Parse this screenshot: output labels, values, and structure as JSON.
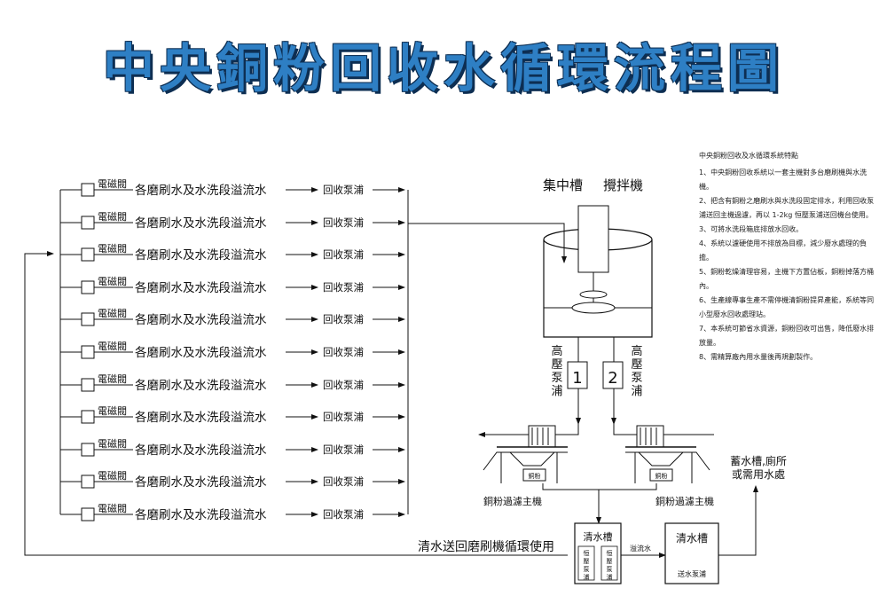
{
  "title": "中央銅粉回收水循環流程圖",
  "rows": {
    "valve_label": "電磁閥",
    "source_label": "各磨刷水及水洗段溢流水",
    "pump_label": "回收泵浦"
  },
  "tank": {
    "collect_label": "集中槽",
    "mixer_label": "攪拌機"
  },
  "hp_pumps": {
    "label_chars": [
      "高",
      "壓",
      "泵",
      "浦"
    ],
    "numbers": [
      "1",
      "2"
    ]
  },
  "filters": {
    "label": "銅粉過濾主機",
    "copper_tag": "銅粉"
  },
  "clear_tank": {
    "label": "清水槽",
    "pump_chars": [
      "恒",
      "壓",
      "泵",
      "浦"
    ]
  },
  "overflow_label": "溢流水",
  "clear_tank2": {
    "label": "清水槽",
    "pump_label": "送水泵浦"
  },
  "storage_lines": [
    "蓄水槽,廁所",
    "或需用水處"
  ],
  "return_label": "清水送回磨刷機循環使用",
  "notes": {
    "title": "中央銅粉回收及水循環系統特點",
    "items": [
      "1、中央銅粉回收系統以一套主機對多台磨刷機與水洗機。",
      "2、把含有銅粉之磨刷水與水洗段固定排水，利用回收泵浦送回主機過濾，再以 1-2kg 恒壓泵浦送回機台使用。",
      "3、可將水洗段箱底排放水回收。",
      "4、系統以濾硬使用不排放為目標，減少廢水處理的負擔。",
      "5、銅粉乾燥清理容易，主機下方置佔板，銅粉掉落方桶內。",
      "6、生產線專事生產不需停機清銅粉提昇產能，系統等同小型廢水回收處理站。",
      "7、本系統可節省水資源，銅粉回收可出售，降低廢水排放量。",
      "8、需精算廠內用水量後再規劃製作。"
    ]
  }
}
